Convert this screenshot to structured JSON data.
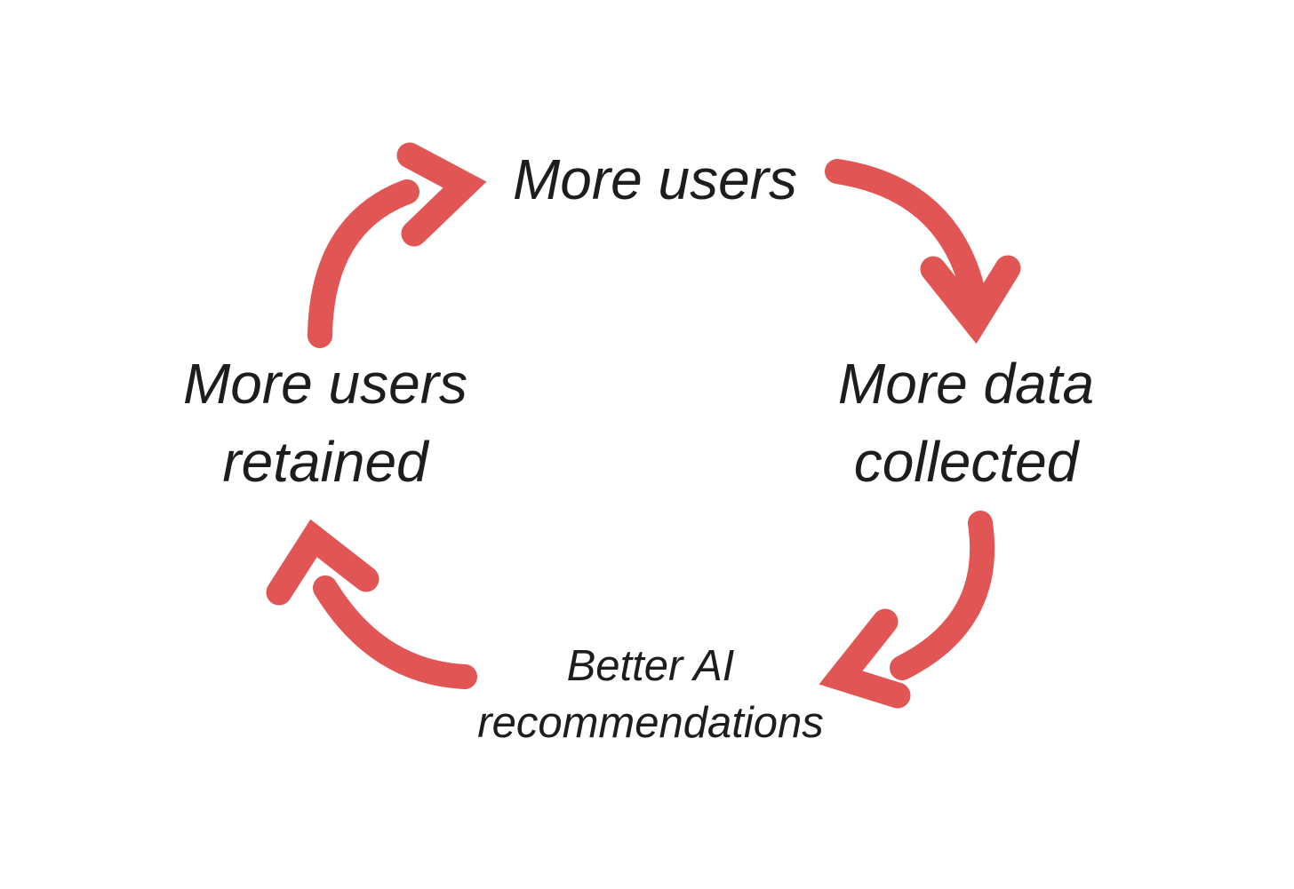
{
  "colors": {
    "arrow": "#E15554",
    "text": "#1D1D1F",
    "background": "#FFFFFF"
  },
  "nodes": {
    "more_users": {
      "label": "More users"
    },
    "more_data_collected": {
      "line1": "More data",
      "line2": "collected"
    },
    "better_ai_recommendations": {
      "line1": "Better AI",
      "line2": "recommendations"
    },
    "more_users_retained": {
      "line1": "More users",
      "line2": "retained"
    }
  },
  "edges": [
    {
      "from": "More users",
      "to": "More data collected"
    },
    {
      "from": "More data collected",
      "to": "Better AI recommendations"
    },
    {
      "from": "Better AI recommendations",
      "to": "More users retained"
    },
    {
      "from": "More users retained",
      "to": "More users"
    }
  ]
}
